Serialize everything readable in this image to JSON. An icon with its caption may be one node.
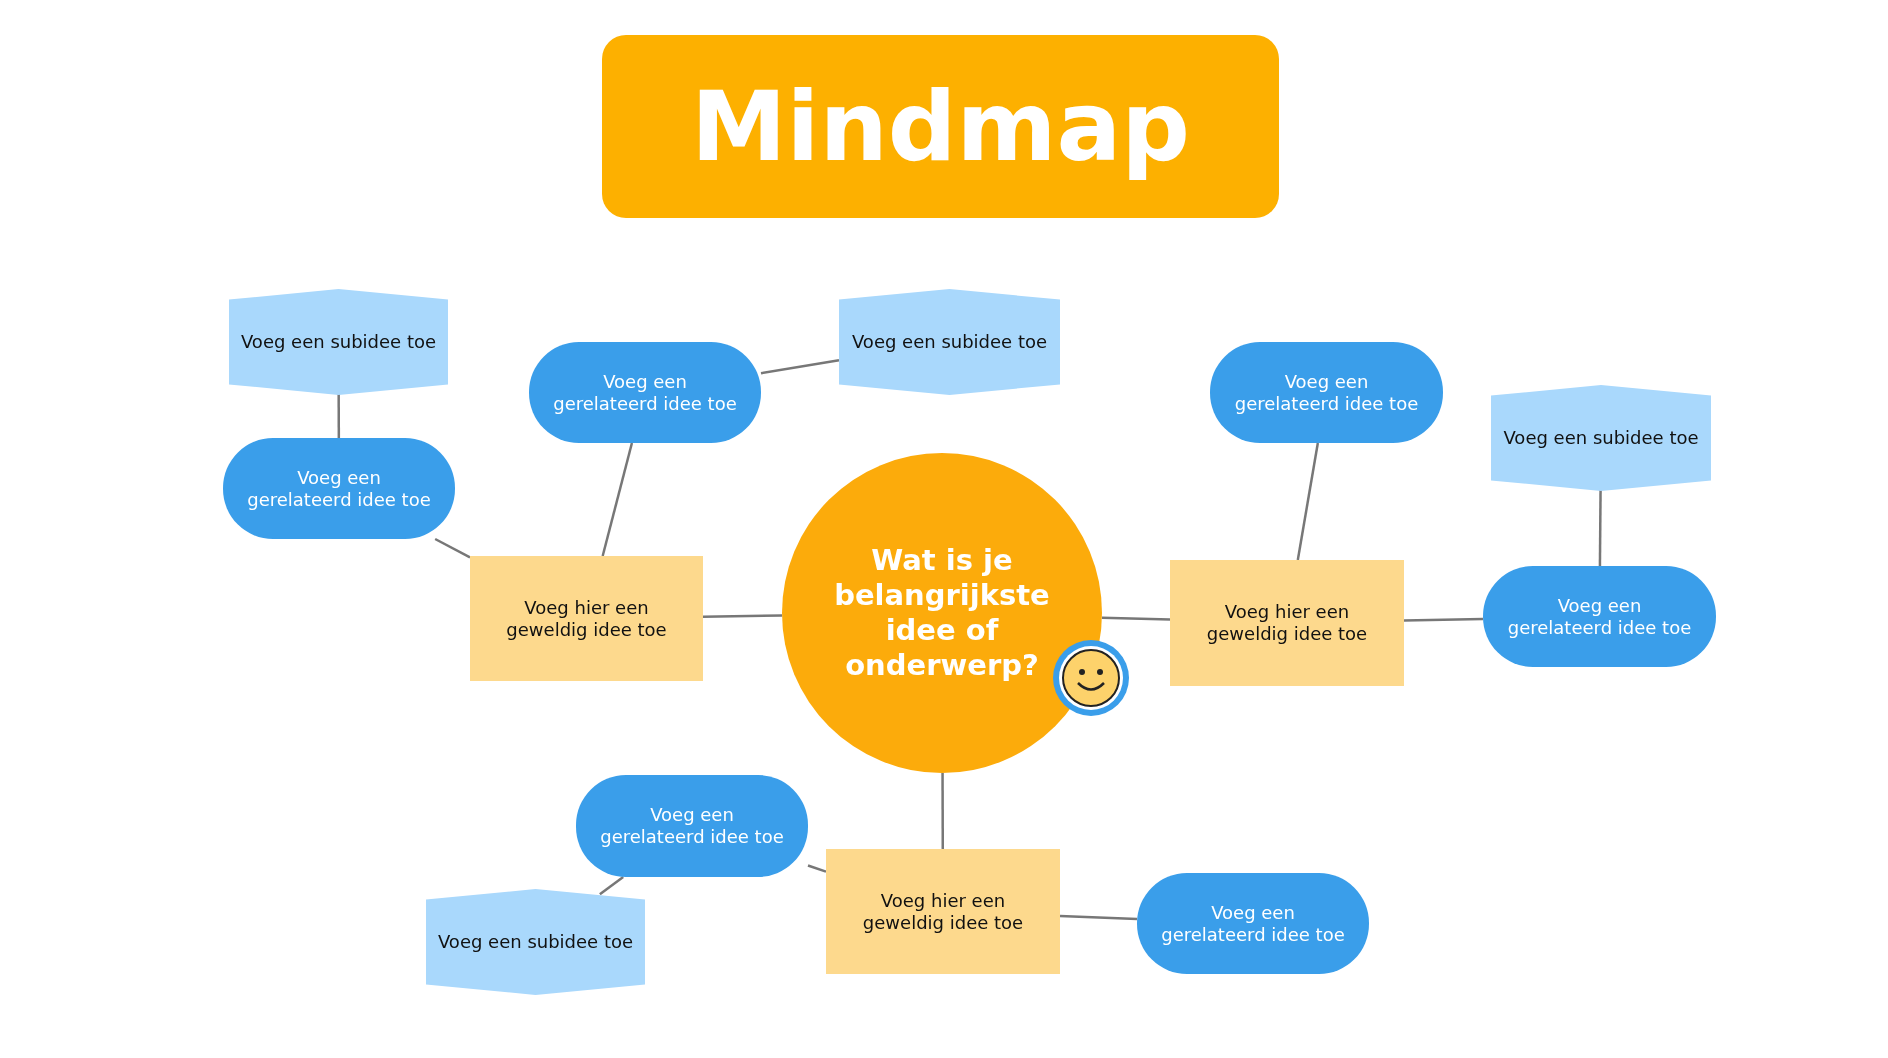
{
  "diagram": {
    "title": "Mindmap",
    "nodes": [
      {
        "text": [
          "Wat is je belangrijkste idee of onderwerp?"
        ]
      },
      {
        "text": [
          "Voeg hier een geweldig idee toe"
        ]
      },
      {
        "text": [
          "Voeg een gerelateerd idee toe"
        ]
      },
      {
        "text": [
          "Voeg een subidee toe"
        ]
      },
      {
        "text": [
          "Voeg een gerelateerd idee toe"
        ]
      },
      {
        "text": [
          "Voeg een subidee toe"
        ]
      },
      {
        "text": [
          "Voeg hier een geweldig idee toe"
        ]
      },
      {
        "text": [
          "Voeg een gerelateerd idee toe"
        ]
      },
      {
        "text": [
          "Voeg een gerelateerd idee toe"
        ]
      },
      {
        "text": [
          "Voeg een subidee toe"
        ]
      },
      {
        "text": [
          "Voeg hier een geweldig idee toe"
        ]
      },
      {
        "text": [
          "Voeg een gerelateerd idee toe"
        ]
      },
      {
        "text": [
          "Voeg een subidee toe"
        ]
      },
      {
        "text": [
          "Voeg een gerelateerd idee toe"
        ]
      }
    ],
    "edges": [
      {
        "from": 0,
        "to": 1,
        "arrow": "none"
      },
      {
        "from": 1,
        "to": 2,
        "arrow": "none"
      },
      {
        "from": 2,
        "to": 3,
        "arrow": "none"
      },
      {
        "from": 1,
        "to": 4,
        "arrow": "none"
      },
      {
        "from": 4,
        "to": 5,
        "arrow": "none"
      },
      {
        "from": 0,
        "to": 6,
        "arrow": "none"
      },
      {
        "from": 6,
        "to": 7,
        "arrow": "none"
      },
      {
        "from": 6,
        "to": 8,
        "arrow": "none"
      },
      {
        "from": 8,
        "to": 9,
        "arrow": "none"
      },
      {
        "from": 0,
        "to": 10,
        "arrow": "none"
      },
      {
        "from": 10,
        "to": 11,
        "arrow": "none"
      },
      {
        "from": 11,
        "to": 12,
        "arrow": "none"
      },
      {
        "from": 10,
        "to": 13,
        "arrow": "none"
      }
    ]
  }
}
